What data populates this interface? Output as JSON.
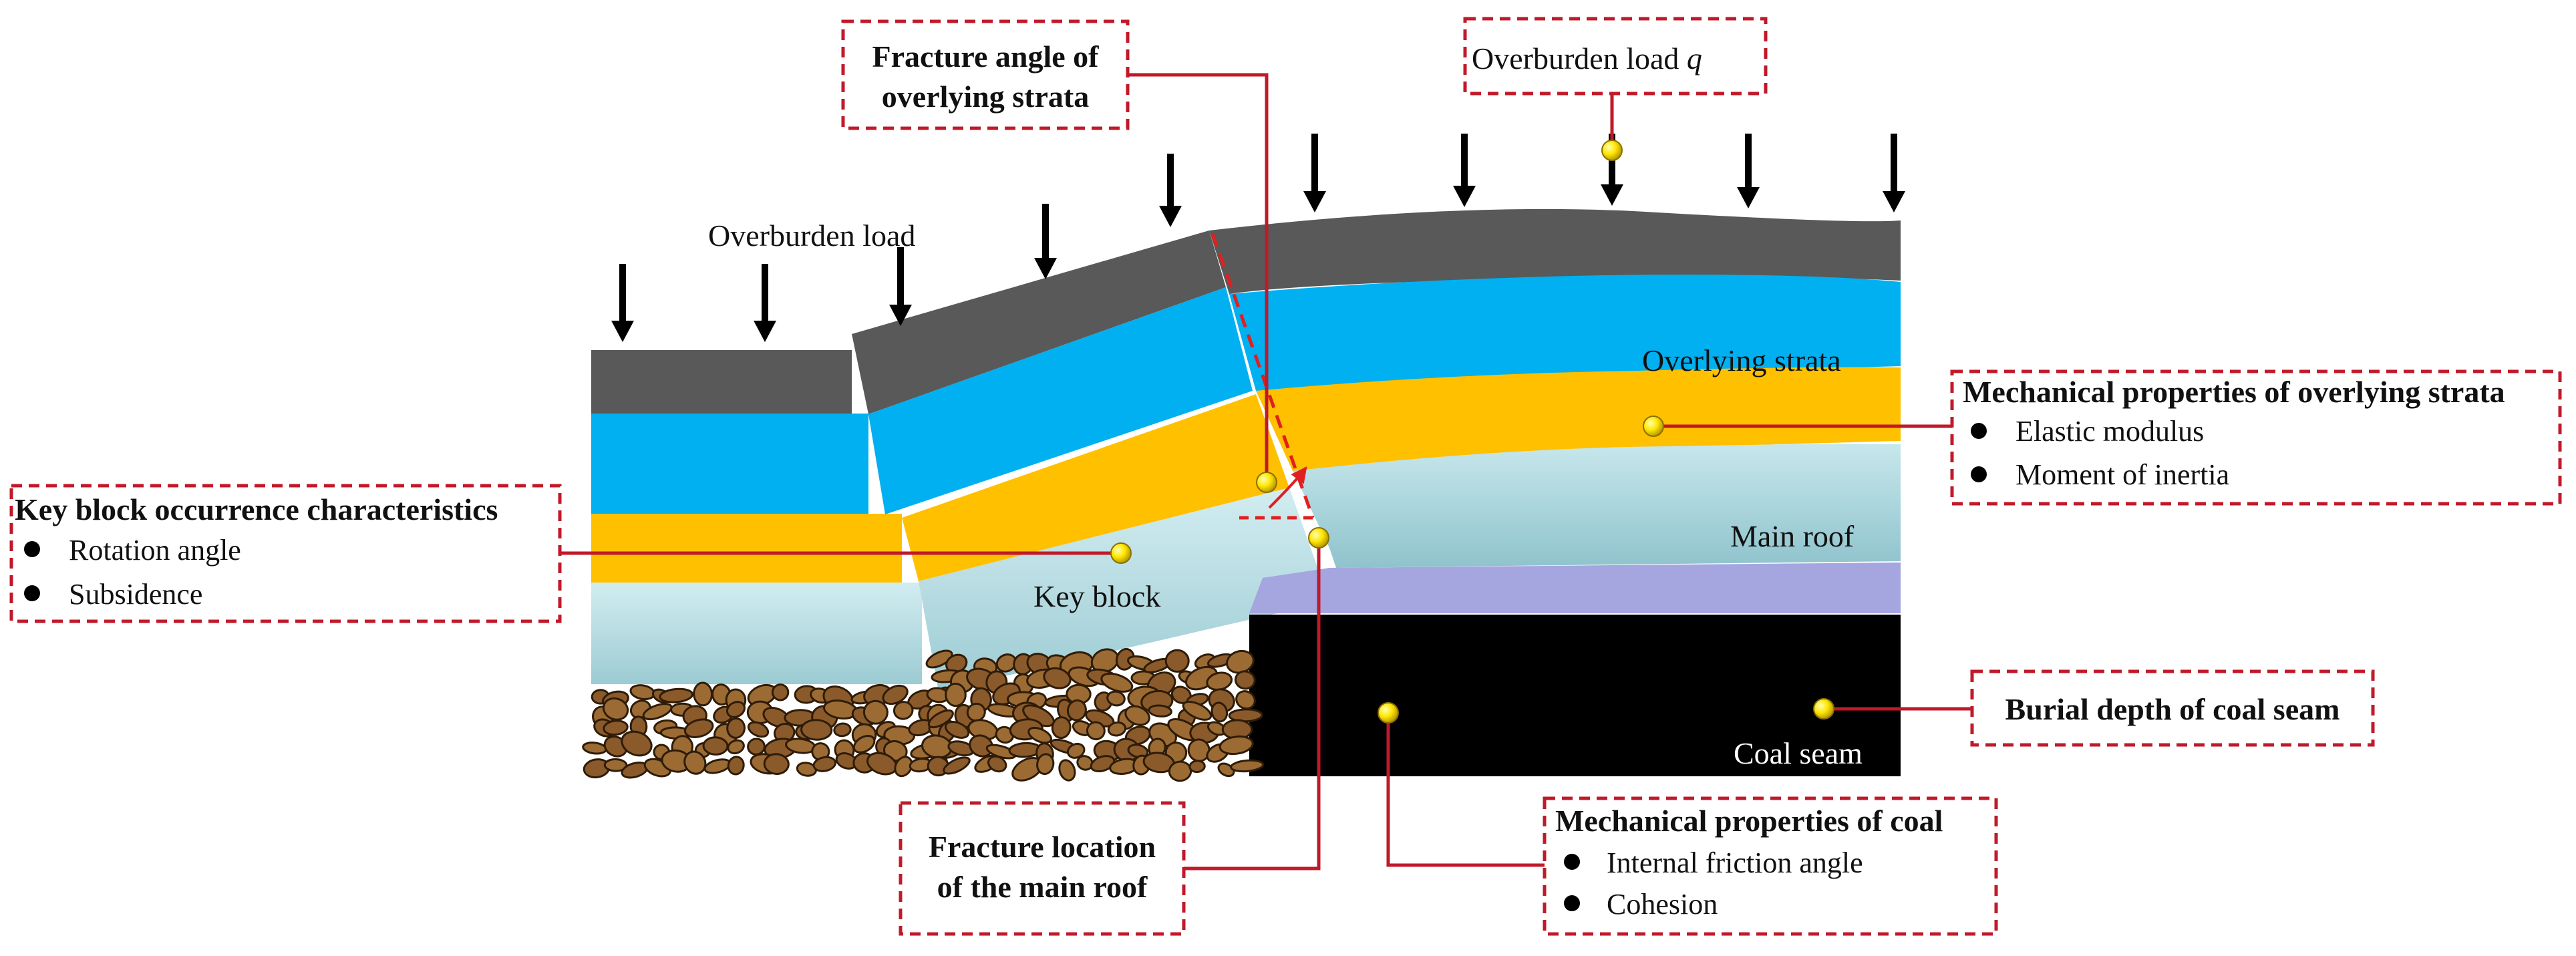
{
  "labels": {
    "overburden_load": "Overburden load",
    "overlying_strata": "Overlying strata",
    "main_roof": "Main roof",
    "key_block": "Key block",
    "coal_seam": "Coal seam"
  },
  "callouts": {
    "fracture_angle": {
      "line1": "Fracture angle of",
      "line2": "overlying strata"
    },
    "overburden_q": {
      "text": "Overburden  load ",
      "symbol": "q"
    },
    "mech_overlying": {
      "title": "Mechanical properties of overlying strata",
      "items": [
        "Elastic modulus",
        "Moment of inertia"
      ]
    },
    "key_block_occ": {
      "title": "Key block occurrence characteristics",
      "items": [
        "Rotation angle",
        "Subsidence"
      ]
    },
    "burial_depth": {
      "title": "Burial depth of coal seam"
    },
    "fracture_location": {
      "line1": "Fracture location",
      "line2": "of the main roof"
    },
    "mech_coal": {
      "title": "Mechanical properties of coal",
      "items": [
        "Internal friction angle",
        "Cohesion"
      ]
    }
  },
  "colors": {
    "top_stratum": "#595959",
    "blue_stratum": "#00b0f0",
    "orange_stratum": "#ffc000",
    "main_roof": "#b7dde3",
    "immediate_roof": "#a5a5e0",
    "coal": "#000000",
    "gangue": "#8b5a2b",
    "callout_border": "#c0192a",
    "marker": "#ffe600"
  }
}
